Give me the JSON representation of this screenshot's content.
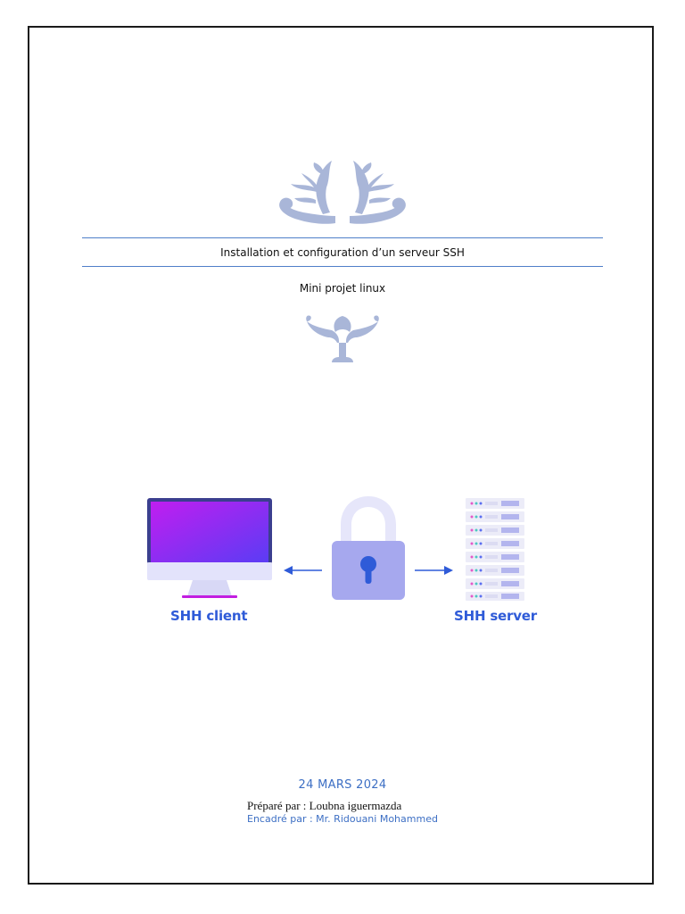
{
  "document": {
    "title": "Installation et configuration d’un serveur SSH",
    "subtitle": "Mini projet linux",
    "date": "24 MARS 2024",
    "prepared_by": "Préparé par : Loubna iguermazda",
    "supervised_by": "Encadré par : Mr. Ridouani Mohammed"
  },
  "illustration": {
    "client_label": "SHH client",
    "server_label": "SHH server",
    "icons": [
      "ornament-top-icon",
      "ornament-bottom-icon",
      "monitor-icon",
      "padlock-icon",
      "server-rack-icon",
      "arrow-left-icon",
      "arrow-right-icon"
    ]
  },
  "colors": {
    "accent_blue": "#3d6fc4",
    "rule_blue": "#4f7fc9",
    "ornament": "#a9b6d8",
    "label_blue": "#2f5bd8",
    "lock": "#a6a8ee"
  }
}
